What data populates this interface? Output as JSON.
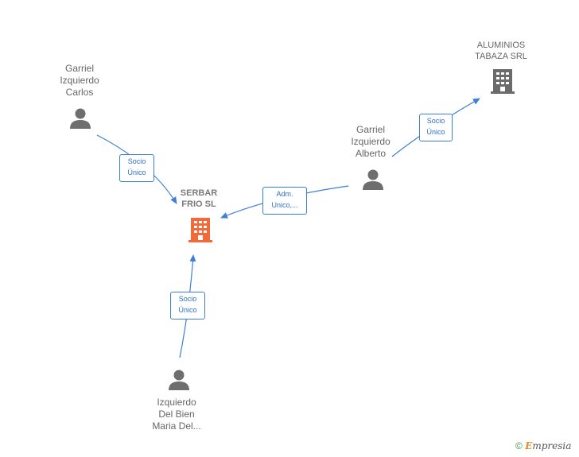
{
  "diagram": {
    "nodes": {
      "garriel_carlos": {
        "label": "Garriel\nIzquierdo\nCarlos",
        "type": "person",
        "icon": "person-icon"
      },
      "garriel_alberto": {
        "label": "Garriel\nIzquierdo\nAlberto",
        "type": "person",
        "icon": "person-icon"
      },
      "izquierdo_maria": {
        "label": "Izquierdo\nDel Bien\nMaria Del...",
        "type": "person",
        "icon": "person-icon"
      },
      "serbar": {
        "label": "SERBAR\nFRIO  SL",
        "type": "company",
        "icon": "building-icon",
        "color": "#f26a3a"
      },
      "aluminios": {
        "label": "ALUMINIOS\nTABAZA SRL",
        "type": "company",
        "icon": "building-icon",
        "color": "#6b6b6b"
      }
    },
    "edges": [
      {
        "from": "Garriel Izquierdo Carlos",
        "to": "SERBAR FRIO SL",
        "label": "Socio\nÚnico"
      },
      {
        "from": "Garriel Izquierdo Alberto",
        "to": "SERBAR FRIO SL",
        "label": "Adm.\nUnico,..."
      },
      {
        "from": "Garriel Izquierdo Alberto",
        "to": "ALUMINIOS TABAZA SRL",
        "label": "Socio\nÚnico"
      },
      {
        "from": "Izquierdo Del Bien Maria Del...",
        "to": "SERBAR FRIO SL",
        "label": "Socio\nÚnico"
      }
    ],
    "colors": {
      "edge": "#3d7fd6",
      "person": "#6e6e6e",
      "focus_company": "#f26a3a",
      "other_company": "#6b6b6b"
    }
  },
  "footer": {
    "copyright_symbol": "©",
    "brand_first": "E",
    "brand_rest": "mpresia"
  }
}
